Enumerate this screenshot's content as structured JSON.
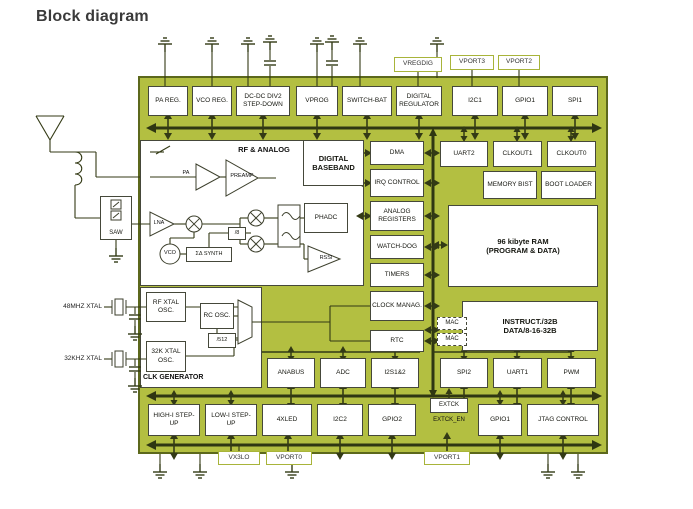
{
  "title": "Block diagram",
  "colors": {
    "chip": "#b3bf41",
    "chip_border": "#5c681c",
    "wire": "#333a15",
    "ext_border": "#a8b43a"
  },
  "ext_top": {
    "vregdig": "VREGDIG",
    "vport3": "VPORT3",
    "vport2": "VPORT2"
  },
  "top_row": [
    "PA REG.",
    "VCO REG.",
    "DC-DC DIV2 STEP-DOWN",
    "VPROG",
    "SWITCH-BAT",
    "DIGITAL REGULATOR",
    "I2C1",
    "GPIO1",
    "SPI1"
  ],
  "rf": {
    "title": "RF & ANALOG",
    "pa": "PA",
    "preamp": "PREAMP",
    "lna": "LNA",
    "vco": "VCO",
    "synth": "ΣΔ SYNTH",
    "div8": "/8",
    "phadc": "PHADC",
    "rssi": "RSSI",
    "saw": "SAW"
  },
  "digital_baseband": "DIGITAL BASEBAND",
  "mid_column": [
    "DMA",
    "IRQ CONTROL",
    "ANALOG REGISTERS",
    "WATCH-DOG",
    "TIMERS",
    "CLOCK MANAG.",
    "RTC"
  ],
  "right_top": [
    "UART2",
    "CLKOUT1",
    "CLKOUT0"
  ],
  "right_second": [
    "MEMORY BIST",
    "BOOT LOADER"
  ],
  "ram": {
    "l1": "96 kibyte RAM",
    "l2": "(PROGRAM & DATA)"
  },
  "mac": {
    "a": "MAC",
    "b": "MAC"
  },
  "instruct": {
    "l1": "INSTRUCT./32B",
    "l2": "DATA/8-16-32B"
  },
  "bottom_mid_row": [
    "ANABUS",
    "ADC",
    "I2S1&2",
    "SPI2",
    "UART1",
    "PWM"
  ],
  "clk": {
    "title": "CLK GENERATOR",
    "rf_xtal": "RF XTAL OSC.",
    "rc": "RC OSC.",
    "div512": "/512",
    "xtal32k": "32K XTAL OSC."
  },
  "xtal_labels": {
    "x48": "48MHZ XTAL",
    "x32": "32KHZ XTAL"
  },
  "bottom_row": [
    "HIGH-I STEP-UP",
    "LOW-I STEP-UP",
    "4XLED",
    "I2C2",
    "GPIO2",
    "GPIO1",
    "JTAG CONTROL"
  ],
  "extck": {
    "box": "EXTCK",
    "en": "EXTCK_EN"
  },
  "ext_bottom": {
    "vx3lo": "VX3LO",
    "vport0": "VPORT0",
    "vport1": "VPORT1"
  }
}
